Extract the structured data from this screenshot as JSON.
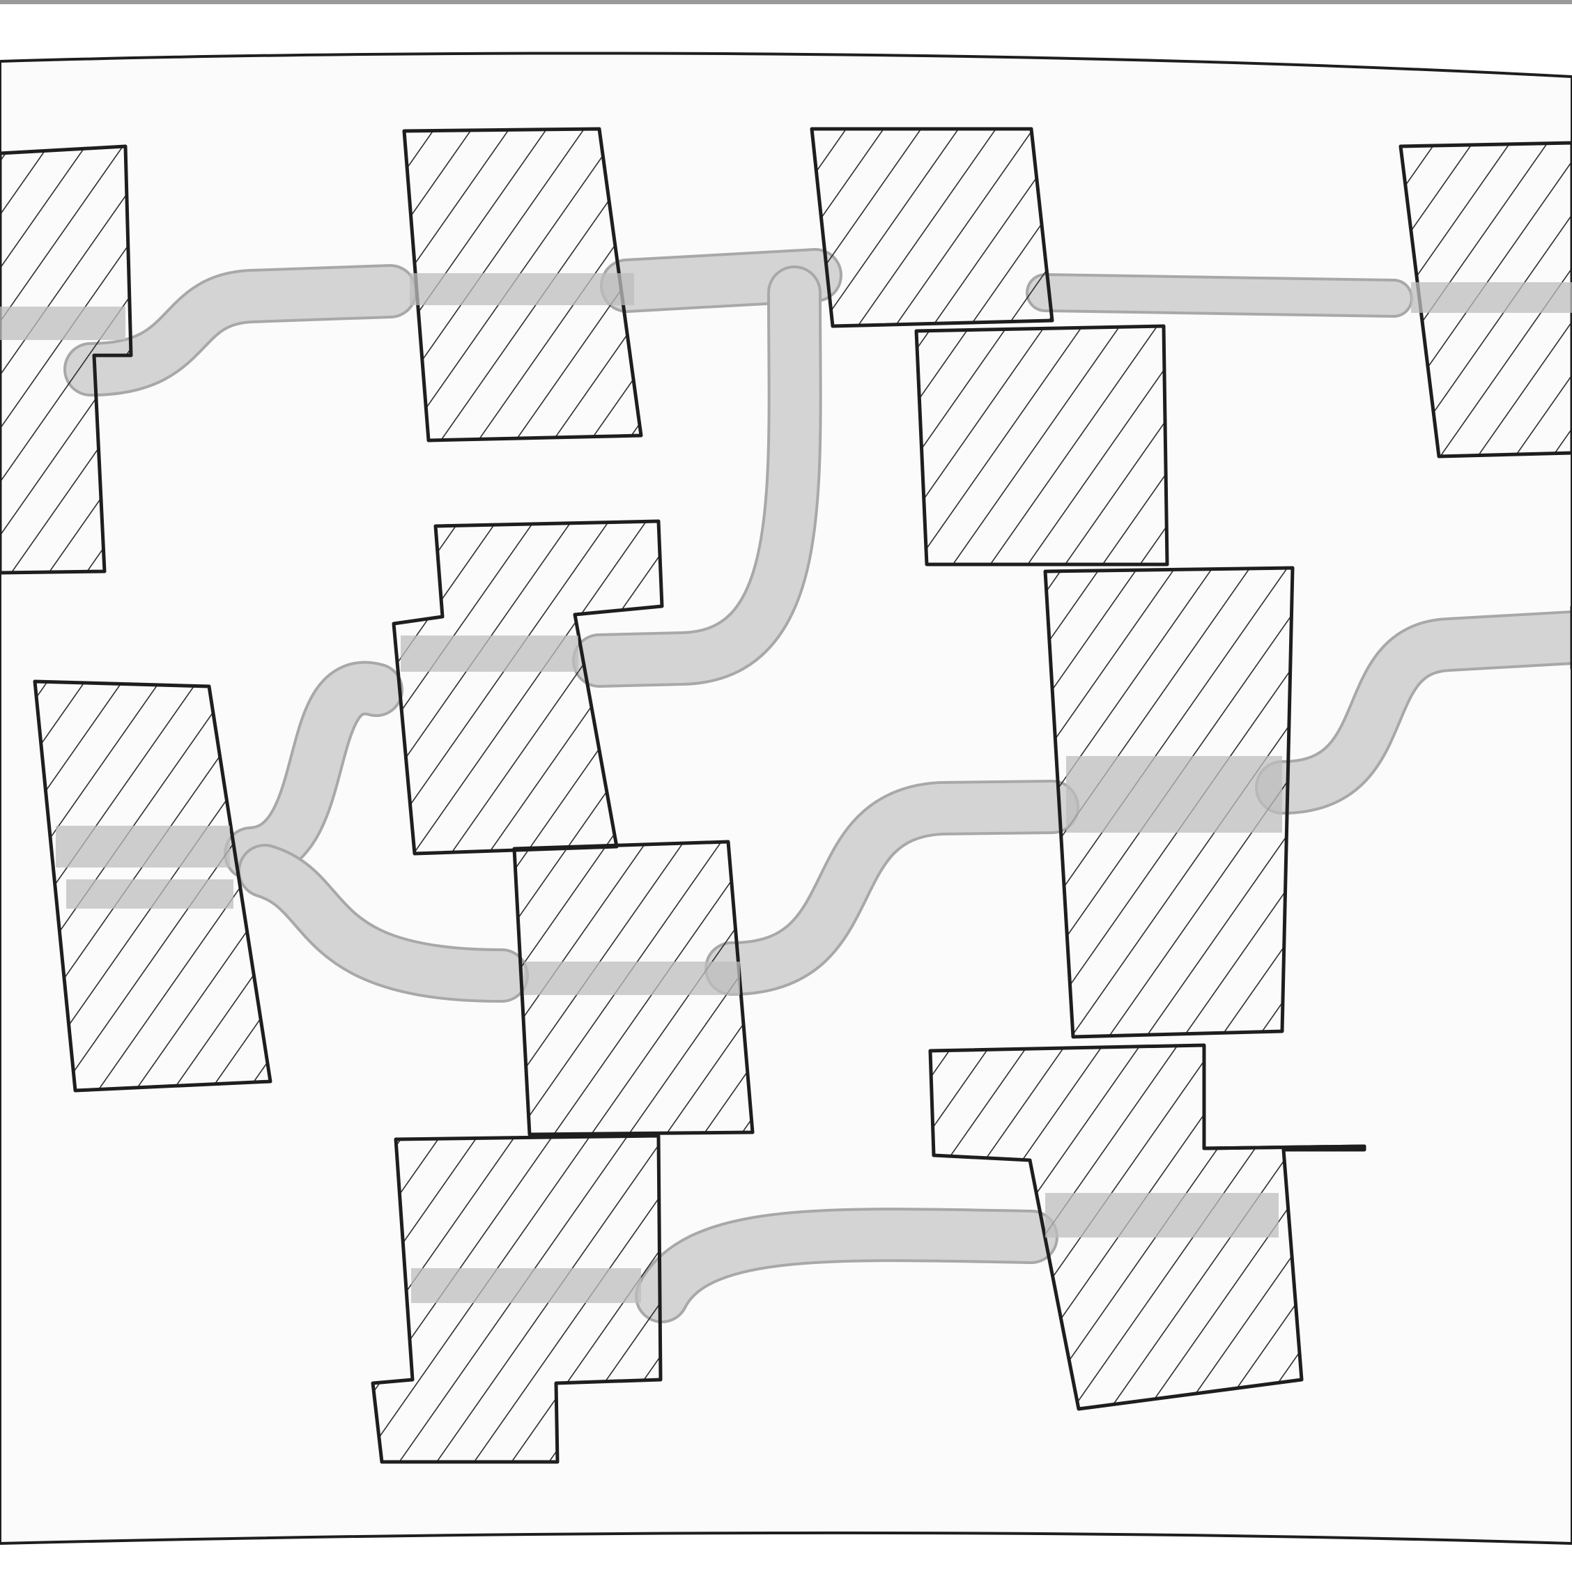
{
  "diagram": {
    "kind": "hand-drawn sketch",
    "colors": {
      "paper": "#fbfbfb",
      "ink": "#1e1e1e",
      "hatch": "#2a2a2a",
      "connector_fill": "#d4d4d4",
      "connector_outline": "#a8a8a8",
      "highlight_band": "#bdbdbd"
    },
    "blocks": [
      {
        "id": "b1"
      },
      {
        "id": "b2"
      },
      {
        "id": "b3"
      },
      {
        "id": "b4"
      },
      {
        "id": "b5"
      },
      {
        "id": "b6"
      },
      {
        "id": "b7"
      },
      {
        "id": "b8"
      },
      {
        "id": "b9"
      },
      {
        "id": "b10"
      },
      {
        "id": "b11"
      },
      {
        "id": "b12"
      },
      {
        "id": "b13"
      }
    ],
    "connectors": [
      {
        "from": "b1",
        "to": "b2"
      },
      {
        "from": "b2",
        "to": "b3"
      },
      {
        "from": "b3",
        "to": "b5"
      },
      {
        "from": "b3",
        "to": "b4"
      },
      {
        "from": "b6",
        "to": "b7"
      },
      {
        "from": "b6",
        "to": "b8"
      },
      {
        "from": "b8",
        "to": "b9"
      },
      {
        "from": "b9",
        "to": "b10"
      },
      {
        "from": "b11",
        "to": "b12"
      }
    ]
  }
}
